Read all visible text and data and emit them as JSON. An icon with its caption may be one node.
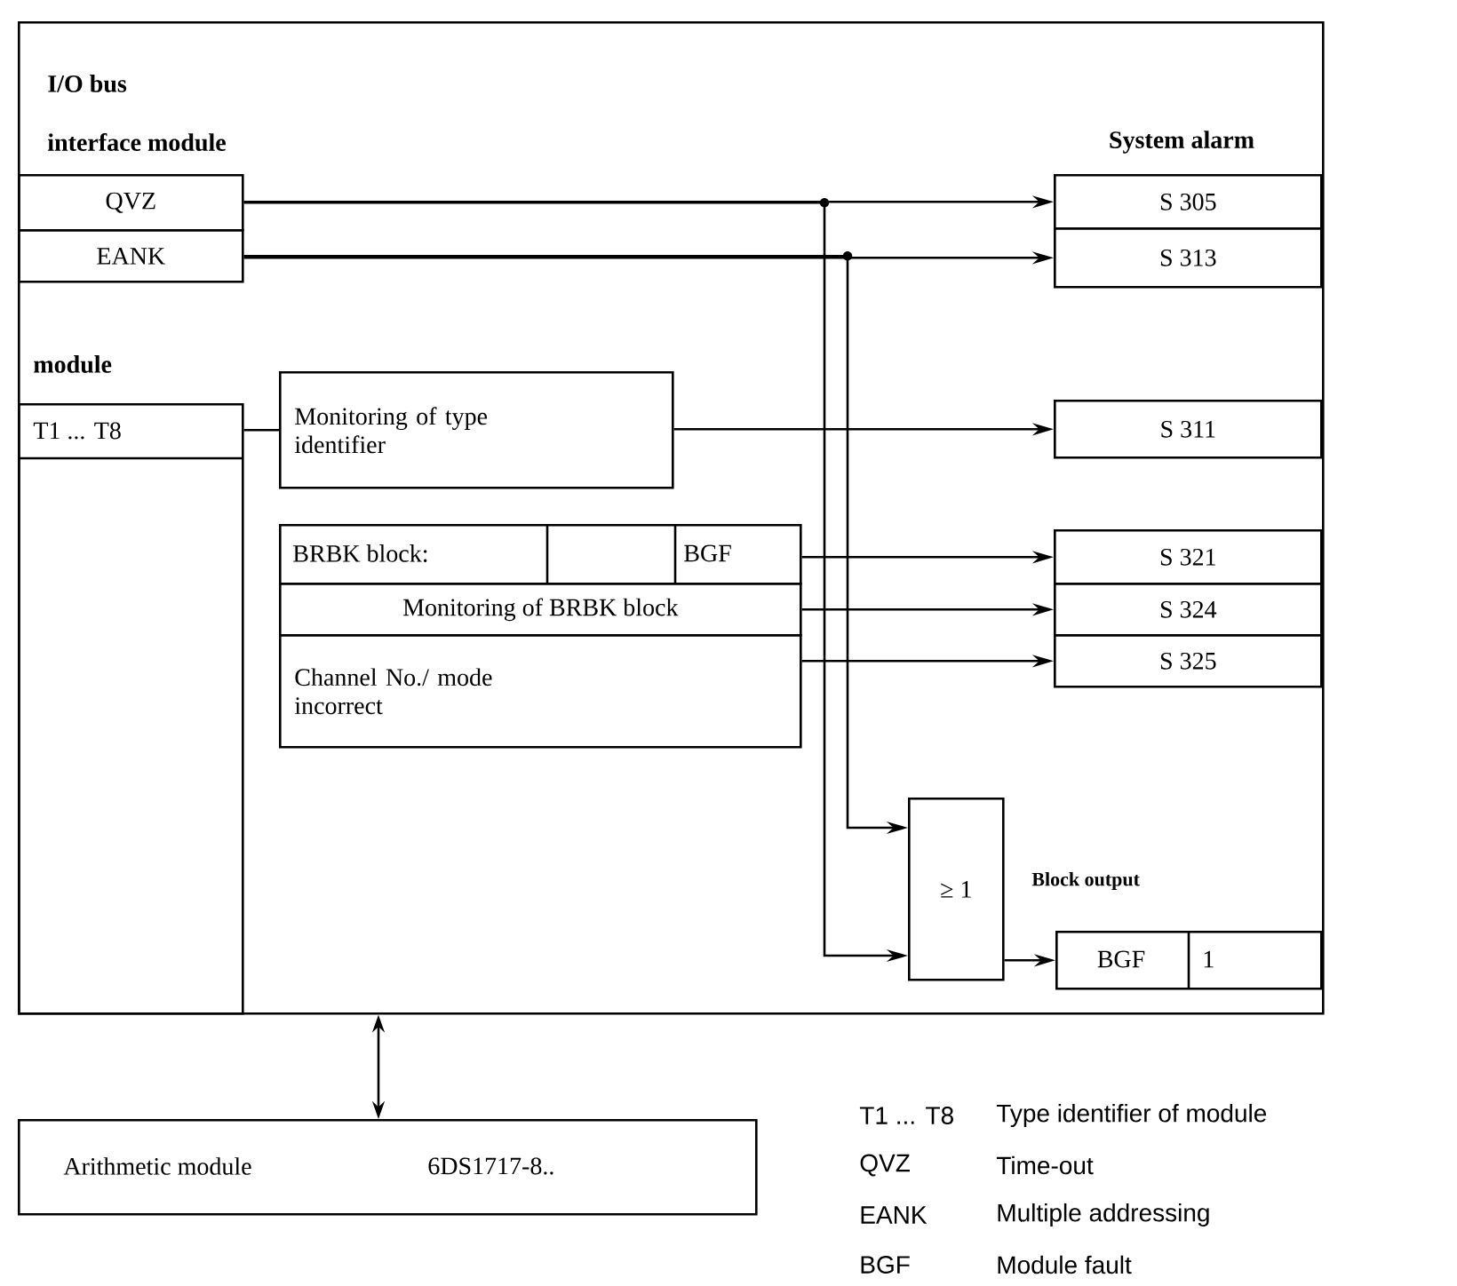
{
  "diagram": {
    "nodes": [
      {
        "text": [],
        "shape": "box"
      },
      {
        "text": [
          "QVZ"
        ],
        "in": 0
      },
      {
        "text": [
          "EANK"
        ],
        "in": 0
      },
      {
        "text": [
          "T1 ... T8"
        ],
        "in": 0
      },
      {
        "text": [
          "Monitoring of type identifier"
        ],
        "in": 0
      },
      {
        "text": [
          "BRBK block:",
          "BGF"
        ],
        "in": 0
      },
      {
        "text": [
          "Monitoring of BRBK block"
        ],
        "in": 0
      },
      {
        "text": [
          "Channel No./ mode incorrect"
        ],
        "in": 0
      },
      {
        "text": [
          "≥ 1"
        ],
        "in": 0
      },
      {
        "text": [
          "S 305"
        ],
        "in": 0
      },
      {
        "text": [
          "S 313"
        ],
        "in": 0
      },
      {
        "text": [
          "S 311"
        ],
        "in": 0
      },
      {
        "text": [
          "S 321"
        ],
        "in": 0
      },
      {
        "text": [
          "S 324"
        ],
        "in": 0
      },
      {
        "text": [
          "S 325"
        ],
        "in": 0
      },
      {
        "text": [
          "BGF",
          "1"
        ],
        "in": 0
      },
      {
        "text": [
          "Arithmetic module",
          "6DS1717-8.."
        ]
      }
    ],
    "edges": [
      {
        "from": 1,
        "to": 9,
        "arrow": "to"
      },
      {
        "from": 2,
        "to": 10,
        "arrow": "to"
      },
      {
        "from": 3,
        "to": 4,
        "arrow": "none"
      },
      {
        "from": 4,
        "to": 11,
        "arrow": "to"
      },
      {
        "from": 5,
        "to": 12,
        "arrow": "to"
      },
      {
        "from": 6,
        "to": 13,
        "arrow": "to"
      },
      {
        "from": 7,
        "to": 14,
        "arrow": "to"
      },
      {
        "from": 1,
        "to": 8,
        "arrow": "to"
      },
      {
        "from": 2,
        "to": 8,
        "arrow": "to"
      },
      {
        "from": 8,
        "to": 15,
        "arrow": "to"
      },
      {
        "from": 0,
        "to": 16,
        "arrow": "both"
      }
    ],
    "labels": [
      "I/O bus",
      "interface module",
      "System alarm",
      "module",
      "Block output",
      "T1 ... T8",
      "Type identifier of module",
      "QVZ",
      "Time-out",
      "EANK",
      "Multiple  addressing",
      "BGF",
      "Module fault"
    ]
  }
}
